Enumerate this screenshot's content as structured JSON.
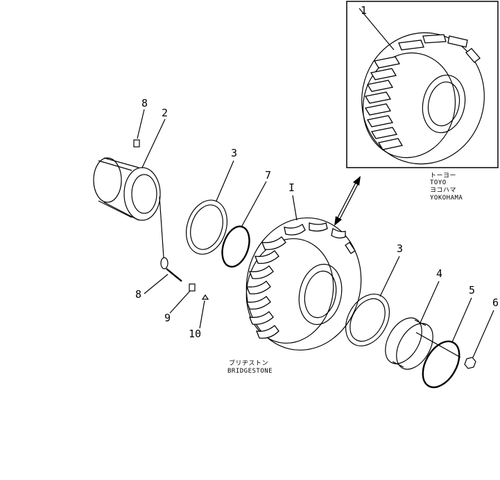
{
  "labels": {
    "inset_tire": "1",
    "rim": "2",
    "valve_upper": "8",
    "ring_left": "3",
    "o_ring": "7",
    "tire": "I",
    "valve_lower": "8",
    "valve_core": "9",
    "valve_cap": "10",
    "ring_right": "3",
    "flange": "4",
    "lock_ring": "5",
    "nut": "6"
  },
  "captions": {
    "toyo_kana": "トーヨー",
    "toyo": "TOYO",
    "yokohama_kana": "ヨコハマ",
    "yokohama": "YOKOHAMA",
    "bridgestone_kana": "ブリヂストン",
    "bridgestone": "BRIDGESTONE"
  }
}
